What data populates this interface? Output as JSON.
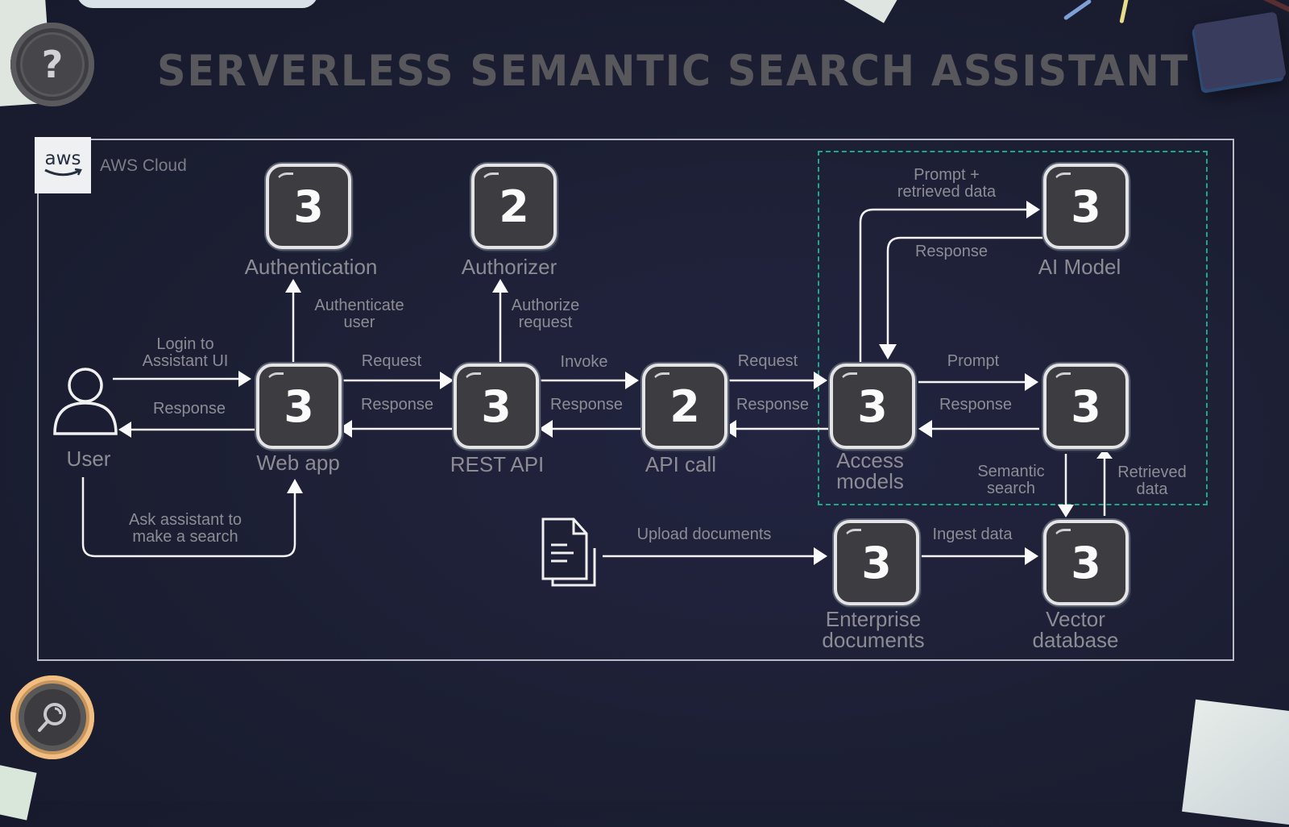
{
  "header": {
    "title": "SERVERLESS SEMANTIC SEARCH ASSISTANT",
    "help_button_icon": "question-mark-icon",
    "help_button_glyph": "?",
    "search_button_icon": "magnifier-icon"
  },
  "cloud": {
    "logo_text": "aws",
    "label": "AWS Cloud",
    "ai_group_border_color": "#1aa889"
  },
  "nodes": {
    "user": {
      "label": "User",
      "icon": "user-icon"
    },
    "authentication": {
      "label": "Authentication",
      "value": "3"
    },
    "authorizer": {
      "label": "Authorizer",
      "value": "2"
    },
    "web_app": {
      "label": "Web app",
      "value": "3"
    },
    "rest_api": {
      "label": "REST API",
      "value": "3"
    },
    "api_call": {
      "label": "API call",
      "value": "2"
    },
    "access_models": {
      "label": "Access\nmodels",
      "label_line1": "Access",
      "label_line2": "models",
      "value": "3"
    },
    "ai_model": {
      "label": "AI Model",
      "value": "3"
    },
    "knowledge": {
      "label": "",
      "value": "3"
    },
    "documents": {
      "icon": "document-stack-icon"
    },
    "enterprise_documents": {
      "label_line1": "Enterprise",
      "label_line2": "documents",
      "value": "3"
    },
    "vector_database": {
      "label_line1": "Vector",
      "label_line2": "database",
      "value": "3"
    }
  },
  "edges": {
    "login": {
      "line1": "Login to",
      "line2": "Assistant UI"
    },
    "user_response": "Response",
    "ask_search": {
      "line1": "Ask assistant to",
      "line2": "make a search"
    },
    "authenticate": {
      "line1": "Authenticate",
      "line2": "user"
    },
    "authorize": {
      "line1": "Authorize",
      "line2": "request"
    },
    "web_request": "Request",
    "web_response": "Response",
    "invoke": "Invoke",
    "rest_response": "Response",
    "api_request": "Request",
    "api_response": "Response",
    "prompt_retrieved": {
      "line1": "Prompt +",
      "line2": "retrieved data"
    },
    "ai_response": "Response",
    "prompt": "Prompt",
    "kb_response": "Response",
    "semantic_search": {
      "line1": "Semantic",
      "line2": "search"
    },
    "retrieved_data": {
      "line1": "Retrieved",
      "line2": "data"
    },
    "upload_documents": "Upload documents",
    "ingest_data": "Ingest data"
  }
}
